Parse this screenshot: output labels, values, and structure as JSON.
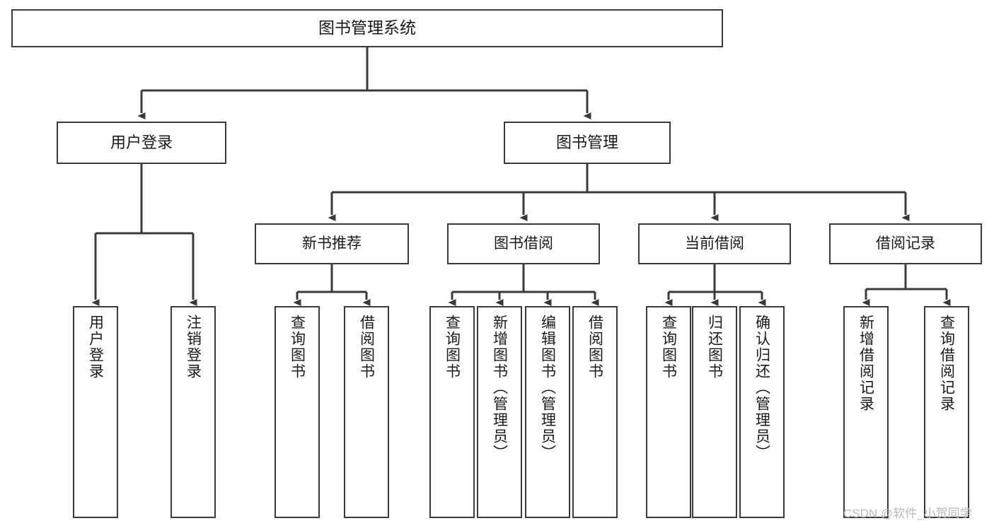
{
  "diagram": {
    "title": "图书管理系统",
    "type": "功能结构图",
    "root": {
      "label": "图书管理系统"
    },
    "level2": [
      {
        "label": "用户登录"
      },
      {
        "label": "图书管理"
      }
    ],
    "level3": [
      {
        "label": "新书推荐"
      },
      {
        "label": "图书借阅"
      },
      {
        "label": "当前借阅"
      },
      {
        "label": "借阅记录"
      }
    ],
    "leaves": {
      "user_login": [
        {
          "label": "用户登录"
        },
        {
          "label": "注销登录"
        }
      ],
      "new_book_recommend": [
        {
          "label": "查询图书"
        },
        {
          "label": "借阅图书"
        }
      ],
      "book_borrow": [
        {
          "label": "查询图书"
        },
        {
          "label": "新增图书（管理员）"
        },
        {
          "label": "编辑图书（管理员）"
        },
        {
          "label": "借阅图书"
        }
      ],
      "current_borrow": [
        {
          "label": "查询图书"
        },
        {
          "label": "归还图书"
        },
        {
          "label": "确认归还（管理员）"
        }
      ],
      "borrow_record": [
        {
          "label": "新增借阅记录"
        },
        {
          "label": "查询借阅记录"
        }
      ]
    }
  },
  "watermark": {
    "text": "CSDN @软件_小贺同学"
  },
  "colors": {
    "box_border": "#3a3a3a",
    "box_fill": "#ffffff",
    "edge": "#3a3a3a",
    "text": "#1a1a1a",
    "watermark": "#b9b9b9",
    "background": "#ffffff"
  }
}
